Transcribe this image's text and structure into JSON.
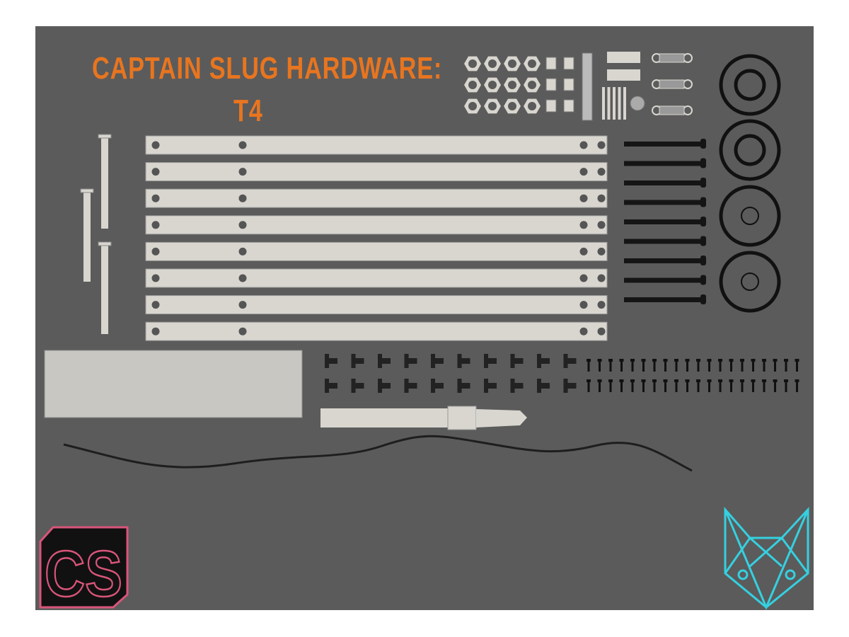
{
  "title": {
    "line1": "CAPTAIN SLUG HARDWARE:",
    "line2": "T4"
  },
  "logos": {
    "left_text": "CS",
    "right": "fox-head-logo"
  },
  "colors": {
    "background": "#5b5b5b",
    "title": "#e8751f",
    "part_light": "#d8d6cf",
    "part_dark": "#111111",
    "cs_logo_outline": "#d9557a",
    "fox_logo": "#35d0e0"
  },
  "parts": {
    "strap_count": 8,
    "hex_nut_count": 12,
    "spacer_count": 6,
    "spring_count": 3,
    "ring_count": 4,
    "long_bolt_count": 9,
    "pin_count": 3,
    "button_screw_count": 20,
    "small_screw_count": 40
  }
}
